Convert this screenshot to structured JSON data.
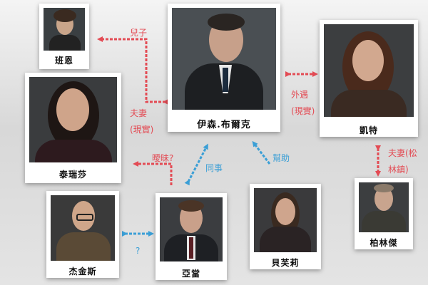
{
  "people": {
    "ethan": {
      "name": "伊森.布爾克"
    },
    "kate": {
      "name": "凱特"
    },
    "ben": {
      "name": "班恩"
    },
    "theresa": {
      "name": "泰瑞莎"
    },
    "jenkins": {
      "name": "杰金斯"
    },
    "adam": {
      "name": "亞當"
    },
    "beverly": {
      "name": "貝芙莉"
    },
    "harold": {
      "name": "柏林傑"
    }
  },
  "relations": {
    "son": "兒子",
    "spouse_real_1": "夫妻",
    "spouse_real_2": "(現實)",
    "affair_1": "外遇",
    "affair_2": "(現實)",
    "spouse_pines_1": "夫妻(松",
    "spouse_pines_2": "林鎮)",
    "ambiguous": "曖昧?",
    "colleague": "同事",
    "help": "幫助",
    "unknown": "?"
  },
  "colors": {
    "red": "#e34b54",
    "blue": "#3b9fd6"
  }
}
